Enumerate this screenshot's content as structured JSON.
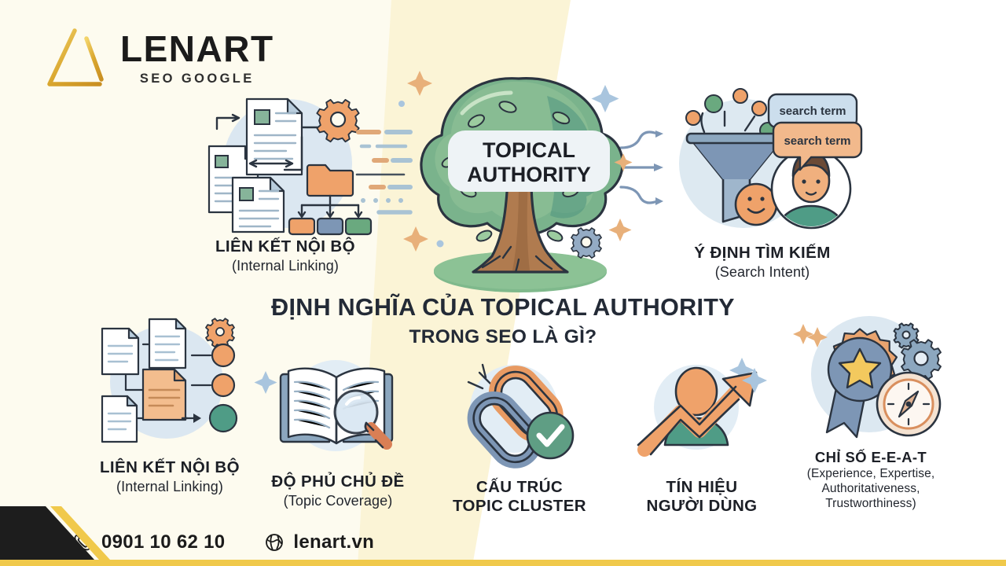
{
  "brand": {
    "name": "LENART",
    "tagline": "SEO GOOGLE",
    "logo_icon": "lenart-triangle-a-logo",
    "gold": "#e8b94a",
    "dark": "#1b1b1b"
  },
  "tree": {
    "label_line1": "TOPICAL",
    "label_line2": "AUTHORITY",
    "icon": "tree-icon"
  },
  "title": {
    "line1": "ĐỊNH NGHĨA CỦA TOPICAL AUTHORITY",
    "line2": "TRONG SEO LÀ GÌ?"
  },
  "top_nodes": [
    {
      "id": "internal-linking-top",
      "icon": "document-link-diagram-icon",
      "title": "LIÊN KẾT NỘI BỘ",
      "subtitle": "(Internal Linking)"
    },
    {
      "id": "search-intent",
      "icon": "funnel-user-icon",
      "title": "Ý ĐỊNH TÌM KIẾM",
      "subtitle": "(Search Intent)",
      "bubble_1": "search term",
      "bubble_2": "search term"
    }
  ],
  "bottom_nodes": [
    {
      "id": "internal-linking",
      "icon": "document-network-icon",
      "title": "LIÊN KẾT NỘI BỘ",
      "subtitle": "(Internal Linking)"
    },
    {
      "id": "topic-coverage",
      "icon": "open-book-magnifier-icon",
      "title": "ĐỘ PHỦ CHỦ ĐỀ",
      "subtitle": "(Topic Coverage)"
    },
    {
      "id": "topic-cluster",
      "icon": "chain-link-check-icon",
      "title": "CẤU TRÚC\nTOPIC CLUSTER",
      "subtitle": ""
    },
    {
      "id": "user-signals",
      "icon": "person-growth-arrow-icon",
      "title": "TÍN HIỆU\nNGƯỜI DÙNG",
      "subtitle": ""
    },
    {
      "id": "eeat",
      "icon": "award-badge-compass-icon",
      "title": "CHỈ SỐ E-E-A-T",
      "subtitle": "(Experience, Expertise,\nAuthoritativeness,\nTrustworthiness)"
    }
  ],
  "footer": {
    "phone_icon": "phone-icon",
    "phone": "0901 10 62 10",
    "web_icon": "globe-icon",
    "website": "lenart.vn"
  },
  "palette": {
    "cream": "#fdfbef",
    "cream_deep": "#fbf3d4",
    "white": "#ffffff",
    "gold_bar": "#f0c94b",
    "ink": "#232a36",
    "blue_soft": "#dce8f0",
    "orange": "#efa26a",
    "slate_blue": "#7d96b5",
    "green": "#5f9e84"
  }
}
